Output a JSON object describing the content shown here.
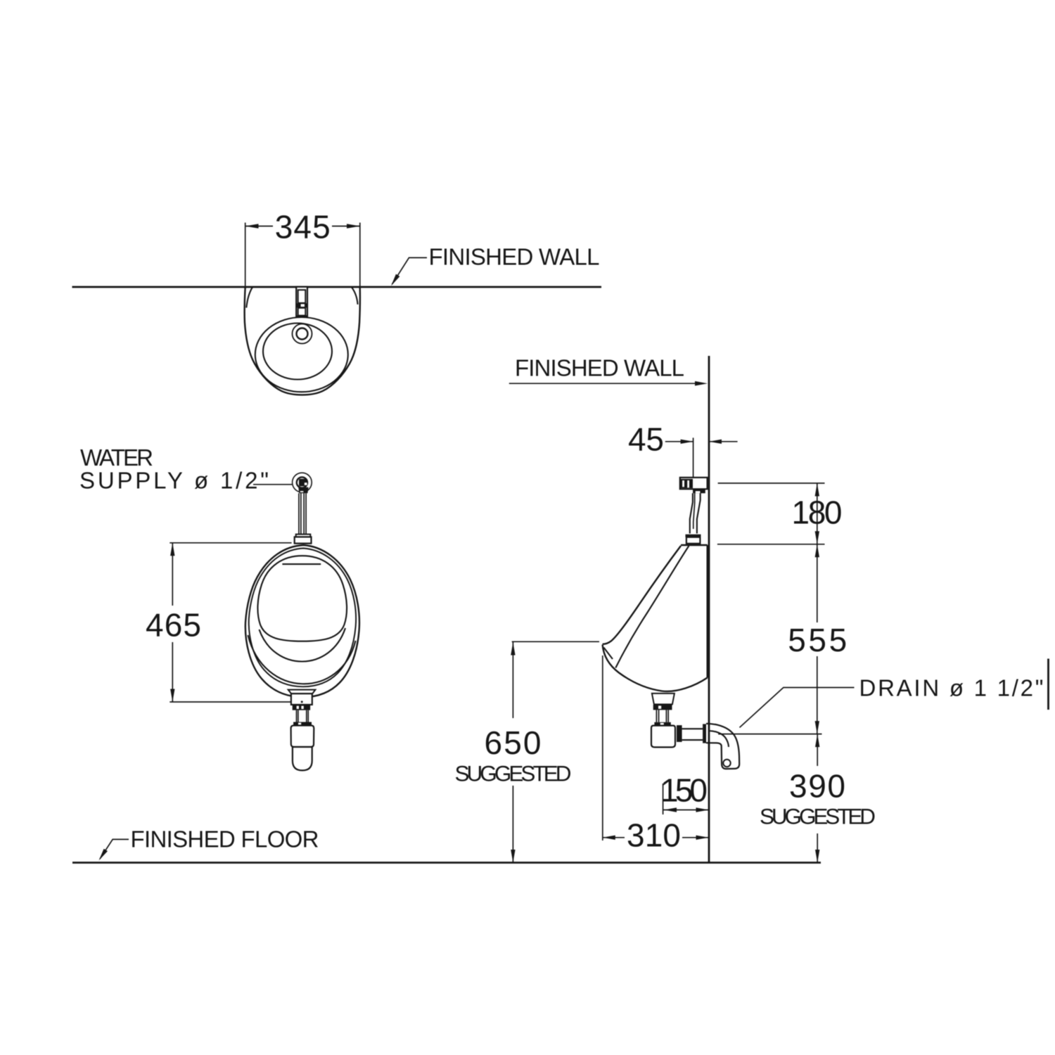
{
  "title": "Urinal installation technical drawing",
  "colors": {
    "line": "#161616",
    "background": "#ffffff"
  },
  "labels": {
    "finished_wall_top": "FINISHED WALL",
    "finished_wall_side": "FINISHED WALL",
    "finished_floor": "FINISHED FLOOR",
    "water_supply_line1": "WATER",
    "water_supply_line2": "SUPPLY ø 1/2\"",
    "drain": "DRAIN ø 1  1/2\""
  },
  "dimensions": {
    "width": "345",
    "height": "465",
    "supply_offset_from_wall": "45",
    "supply_to_top": "180",
    "top_to_drain": "555",
    "rim_height": "650",
    "rim_height_note": "SUGGESTED",
    "drain_outlet_height": "390",
    "drain_outlet_note": "SUGGESTED",
    "trap_to_wall": "150",
    "depth": "310"
  }
}
